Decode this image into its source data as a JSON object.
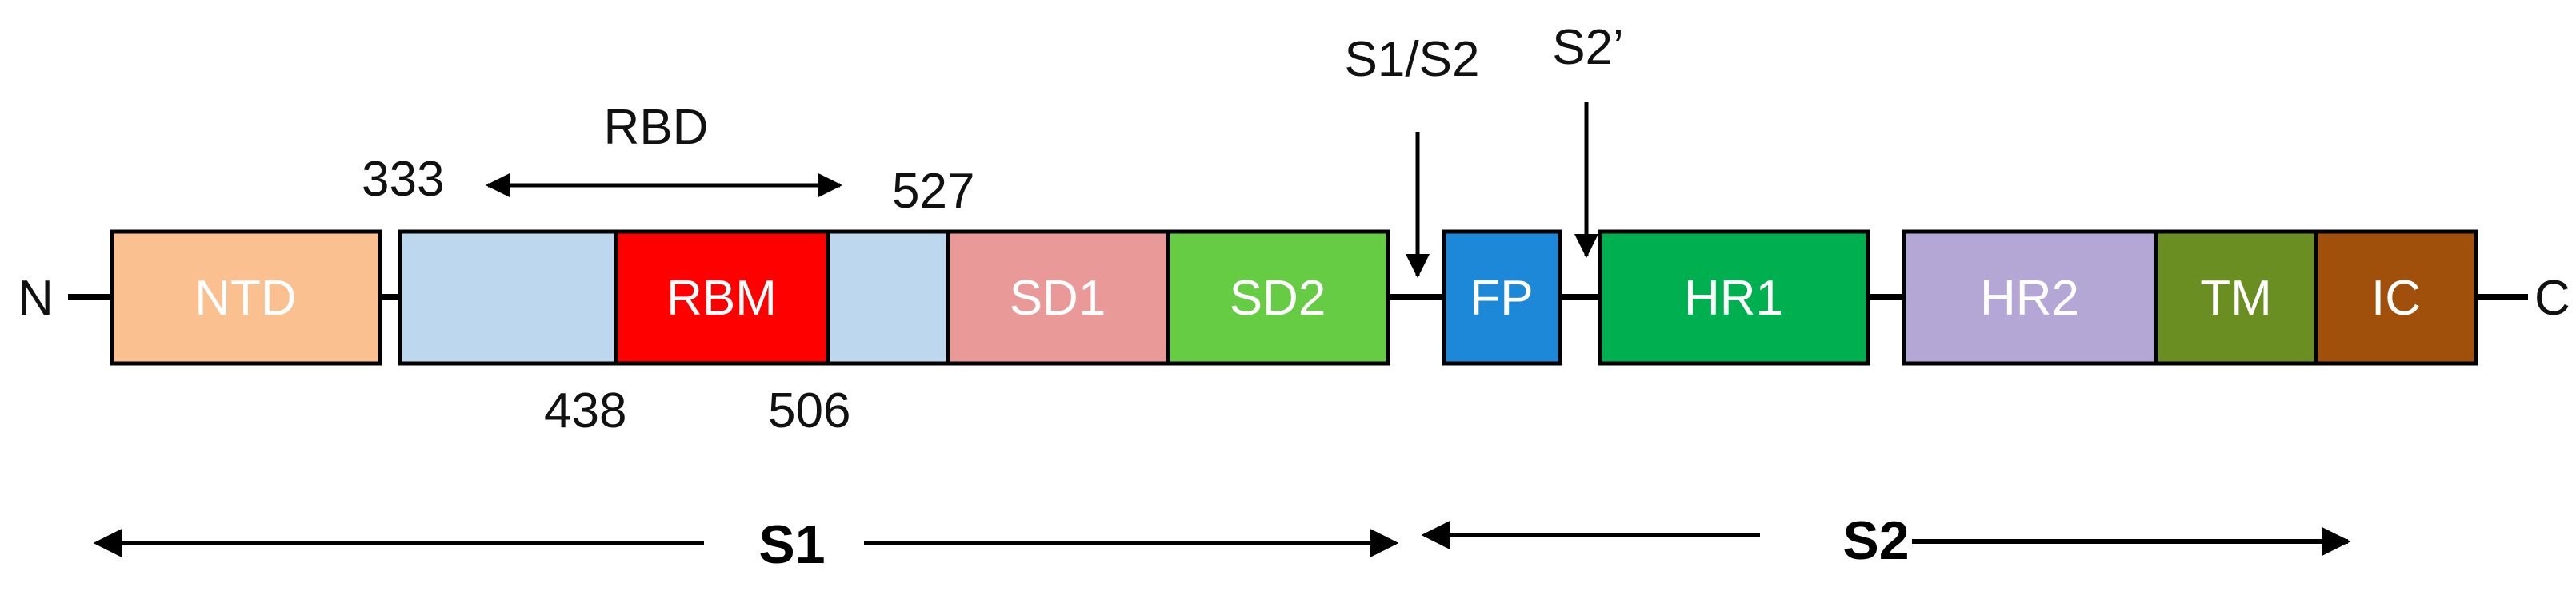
{
  "terminals": {
    "n": "N",
    "c": "C"
  },
  "rbd": {
    "label": "RBD",
    "start": "333",
    "end": "527",
    "rbm_start": "438",
    "rbm_end": "506"
  },
  "cleavage_sites": {
    "s1s2": "S1/S2",
    "s2prime": "S2’"
  },
  "segments": [
    {
      "key": "ntd",
      "label": "NTD",
      "color": "#FAC090"
    },
    {
      "key": "rbd-left",
      "label": "",
      "color": "#BDD7EE"
    },
    {
      "key": "rbm",
      "label": "RBM",
      "color": "#FF0000"
    },
    {
      "key": "rbd-right",
      "label": "",
      "color": "#BDD7EE"
    },
    {
      "key": "sd1",
      "label": "SD1",
      "color": "#EA9999"
    },
    {
      "key": "sd2",
      "label": "SD2",
      "color": "#66CC44"
    },
    {
      "key": "fp",
      "label": "FP",
      "color": "#1E88D8"
    },
    {
      "key": "hr1",
      "label": "HR1",
      "color": "#00B050"
    },
    {
      "key": "hr2",
      "label": "HR2",
      "color": "#B4A7D6"
    },
    {
      "key": "tm",
      "label": "TM",
      "color": "#6B8E23"
    },
    {
      "key": "ic",
      "label": "IC",
      "color": "#A0500A"
    }
  ],
  "regions": {
    "s1": "S1",
    "s2": "S2"
  }
}
